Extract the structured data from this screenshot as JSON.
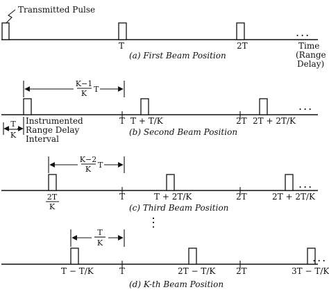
{
  "labels": {
    "transmitted_pulse": "Transmitted Pulse",
    "ellipsis": "...",
    "vdots": "⋮",
    "time_line1": "Time",
    "time_line2": "(Range",
    "time_line3": "Delay)",
    "instr_line1": "Instrumented",
    "instr_line2": "Range Delay",
    "instr_line3": "Interval"
  },
  "rows": [
    {
      "caption": "(a) First Beam Position",
      "ticks": [
        "T",
        "2T"
      ]
    },
    {
      "caption": "(b) Second Beam Position",
      "ticks": [
        "T",
        "T + T/K",
        "2T",
        "2T + 2T/K"
      ],
      "arrow": {
        "num": "K−1",
        "den": "K",
        "suffix": "T"
      },
      "small_arrow": {
        "num": "T",
        "den": "K"
      }
    },
    {
      "caption": "(c) Third Beam Position",
      "ticks": [
        "T",
        "T + 2T/K",
        "2T",
        "2T + 2T/K"
      ],
      "frac": {
        "num": "2T",
        "den": "K"
      },
      "arrow": {
        "num": "K−2",
        "den": "K",
        "suffix": "T"
      }
    },
    {
      "caption": "(d) K-th Beam Position",
      "ticks": [
        "T − T/K",
        "T",
        "2T − T/K",
        "2T",
        "3T − T/K"
      ],
      "arrow": {
        "num": "T",
        "den": "K"
      }
    }
  ]
}
